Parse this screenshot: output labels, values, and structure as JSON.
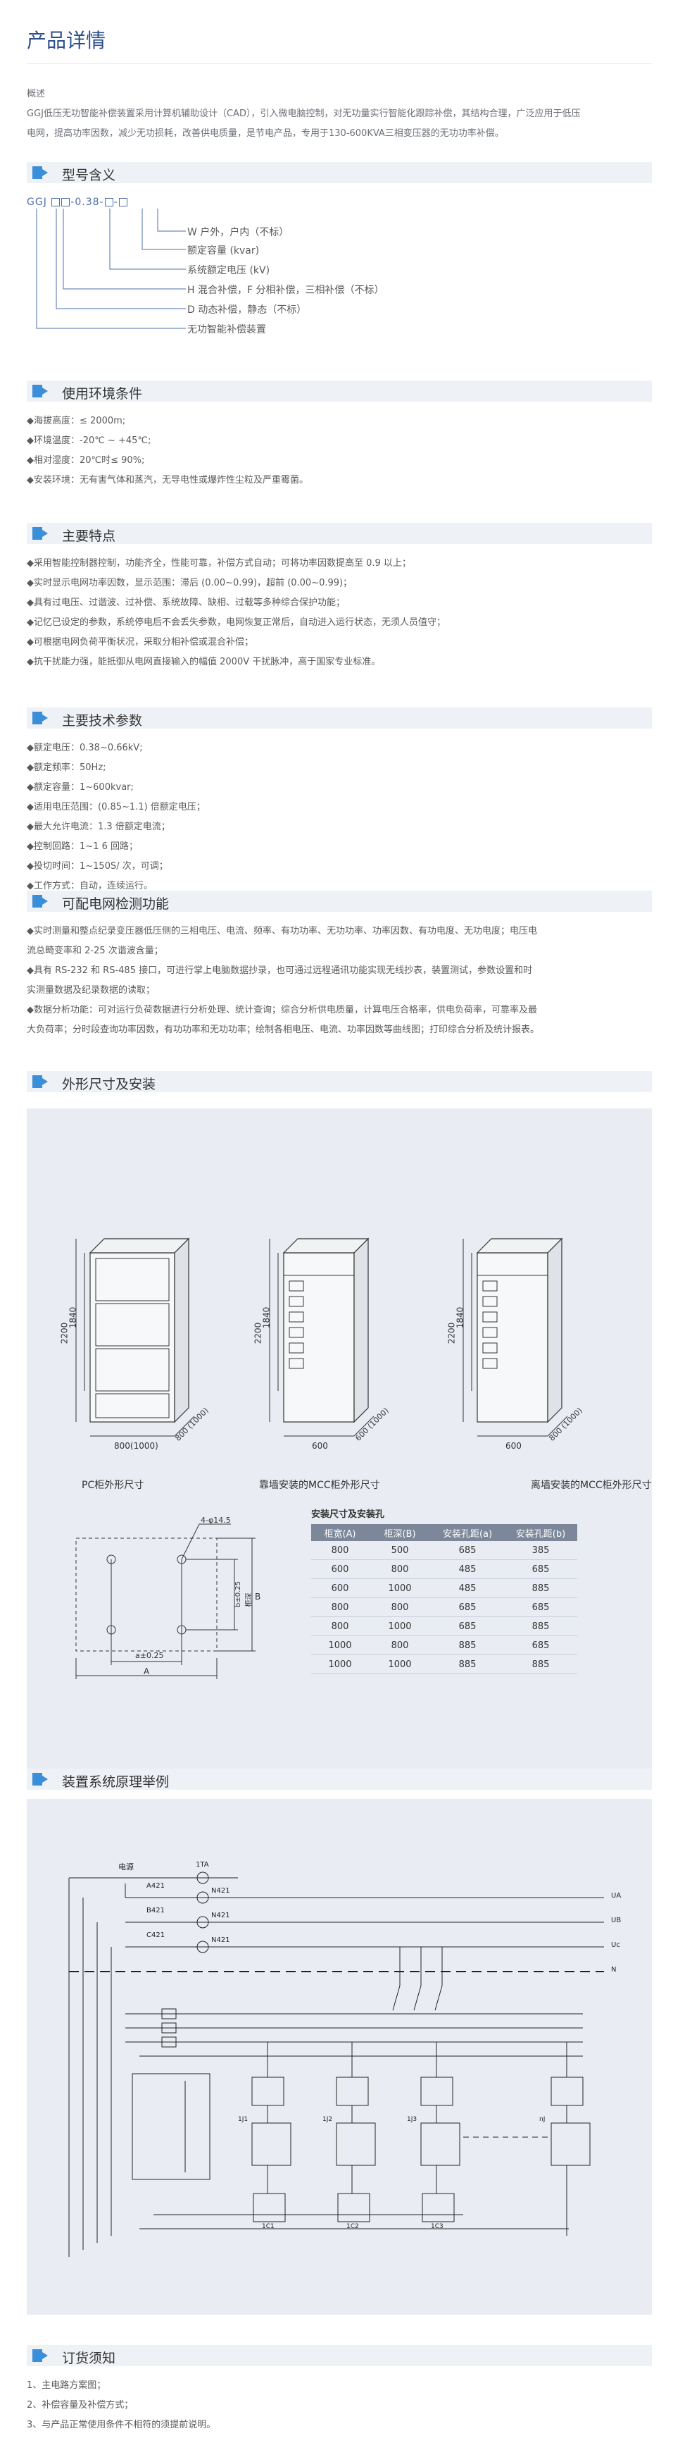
{
  "page_title": "产品详情",
  "overview": {
    "heading": "概述",
    "text_line1": "GGJ低压无功智能补偿装置采用计算机辅助设计（CAD），引入微电脑控制，对无功量实行智能化跟踪补偿，其结构合理，广泛应用于低压",
    "text_line2": "电网，提高功率因数，减少无功损耗，改善供电质量，是节电产品，专用于130-600KVA三相变压器的无功功率补偿。"
  },
  "sections": {
    "model": "型号含义",
    "env": "使用环境条件",
    "features": "主要特点",
    "params": "主要技术参数",
    "monitor": "可配电网检测功能",
    "dims": "外形尺寸及安装",
    "system": "装置系统原理举例",
    "order": "订货须知"
  },
  "model": {
    "code_prefix": "GGJ",
    "code_mid": "-0.38-",
    "code_dash": "-",
    "lines": [
      "W 户外，户内（不标）",
      "额定容量 (kvar)",
      "系统额定电压 (kV)",
      "H 混合补偿，F 分相补偿，三相补偿（不标）",
      "D 动态补偿，静态（不标）",
      "无功智能补偿装置"
    ]
  },
  "env_items": [
    "◆海拔高度：≤ 2000m;",
    "◆环境温度：-20℃ ~ +45℃;",
    "◆相对湿度：20℃时≤ 90%;",
    "◆安装环境：无有害气体和蒸汽，无导电性或爆炸性尘粒及严重霉菌。"
  ],
  "feature_items": [
    "◆采用智能控制器控制，功能齐全，性能可靠，补偿方式自动；可将功率因数提高至 0.9 以上；",
    "◆实时显示电网功率因数，显示范围：滞后 (0.00~0.99)，超前 (0.00~0.99)；",
    "◆具有过电压、过谐波、过补偿、系统故障、缺相、过载等多种综合保护功能；",
    "◆记忆已设定的参数，系统停电后不会丢失参数，电网恢复正常后，自动进入运行状态，无须人员值守；",
    "◆可根据电网负荷平衡状况，采取分相补偿或混合补偿；",
    "◆抗干扰能力强，能抵御从电网直接输入的幅值 2000V 干扰脉冲，高于国家专业标准。"
  ],
  "param_items": [
    "◆额定电压：0.38~0.66kV;",
    "◆额定频率：50Hz;",
    "◆额定容量：1~600kvar;",
    "◆适用电压范围：(0.85~1.1) 倍额定电压；",
    "◆最大允许电流：1.3 倍额定电流；",
    "◆控制回路：1~1 6 回路；",
    "◆投切时间：1~150S/ 次，可调；",
    "◆工作方式：自动，连续运行。"
  ],
  "monitor_lines": [
    "◆实时测量和整点纪录变压器低压侧的三相电压、电流、频率、有功功率、无功功率、功率因数、有功电度、无功电度；电压电",
    "流总畸变率和 2-25 次谐波含量；",
    "◆具有 RS-232 和 RS-485 接口，可进行掌上电脑数据抄录，也可通过远程通讯功能实现无线抄表，装置测试，参数设置和时",
    "实测量数据及纪录数据的读取；",
    "◆数据分析功能：可对运行负荷数据进行分析处理、统计查询；综合分析供电质量，计算电压合格率，供电负荷率，可靠率及最",
    "大负荷率；分时段查询功率因数，有功功率和无功功率；绘制各相电压、电流、功率因数等曲线图；打印综合分析及统计报表。"
  ],
  "cabinets": [
    {
      "caption": "PC柜外形尺寸",
      "h1": "2200",
      "h2": "1840",
      "w": "800(1000)",
      "d": "800 (1000)"
    },
    {
      "caption": "靠墙安装的MCC柜外形尺寸",
      "h1": "2200",
      "h2": "1840",
      "w": "600",
      "d": "600 (1000)"
    },
    {
      "caption": "离墙安装的MCC柜外形尺寸",
      "h1": "2200",
      "h2": "1840",
      "w": "600",
      "d": "800 (1000)"
    }
  ],
  "hole_drawing": {
    "top_label": "4-φ14.5",
    "b_label": "b±0.25",
    "b_outer": "B",
    "side_label": "柜深",
    "a_label": "a±0.25",
    "a_outer": "A"
  },
  "install_table": {
    "title": "安装尺寸及安装孔",
    "headers": [
      "柜宽(A)",
      "柜深(B)",
      "安装孔距(a)",
      "安装孔距(b)"
    ],
    "rows": [
      [
        "800",
        "500",
        "685",
        "385"
      ],
      [
        "600",
        "800",
        "485",
        "685"
      ],
      [
        "600",
        "1000",
        "485",
        "885"
      ],
      [
        "800",
        "800",
        "685",
        "685"
      ],
      [
        "800",
        "1000",
        "685",
        "885"
      ],
      [
        "1000",
        "800",
        "885",
        "685"
      ],
      [
        "1000",
        "1000",
        "885",
        "885"
      ]
    ]
  },
  "wiring": {
    "source_label": "电源",
    "phase_labels": [
      "A421",
      "B421",
      "C421"
    ],
    "bus_labels": [
      "UA",
      "UB",
      "Uc",
      "N"
    ],
    "n_labels": [
      "N421",
      "N421",
      "N421"
    ],
    "ta_label": "1TA",
    "units": [
      "1J1",
      "1J2",
      "1J3",
      "nJ"
    ],
    "caps": [
      "1C1",
      "1C2",
      "1C3"
    ]
  },
  "order_items": [
    "1、主电路方案图；",
    "2、补偿容量及补偿方式；",
    "3、与产品正常使用条件不相符的须提前说明。"
  ],
  "colors": {
    "accent": "#3b8ed8",
    "title": "#2c4f8c",
    "section_bg": "#eef1f6",
    "panel_bg": "#e9edf3"
  }
}
